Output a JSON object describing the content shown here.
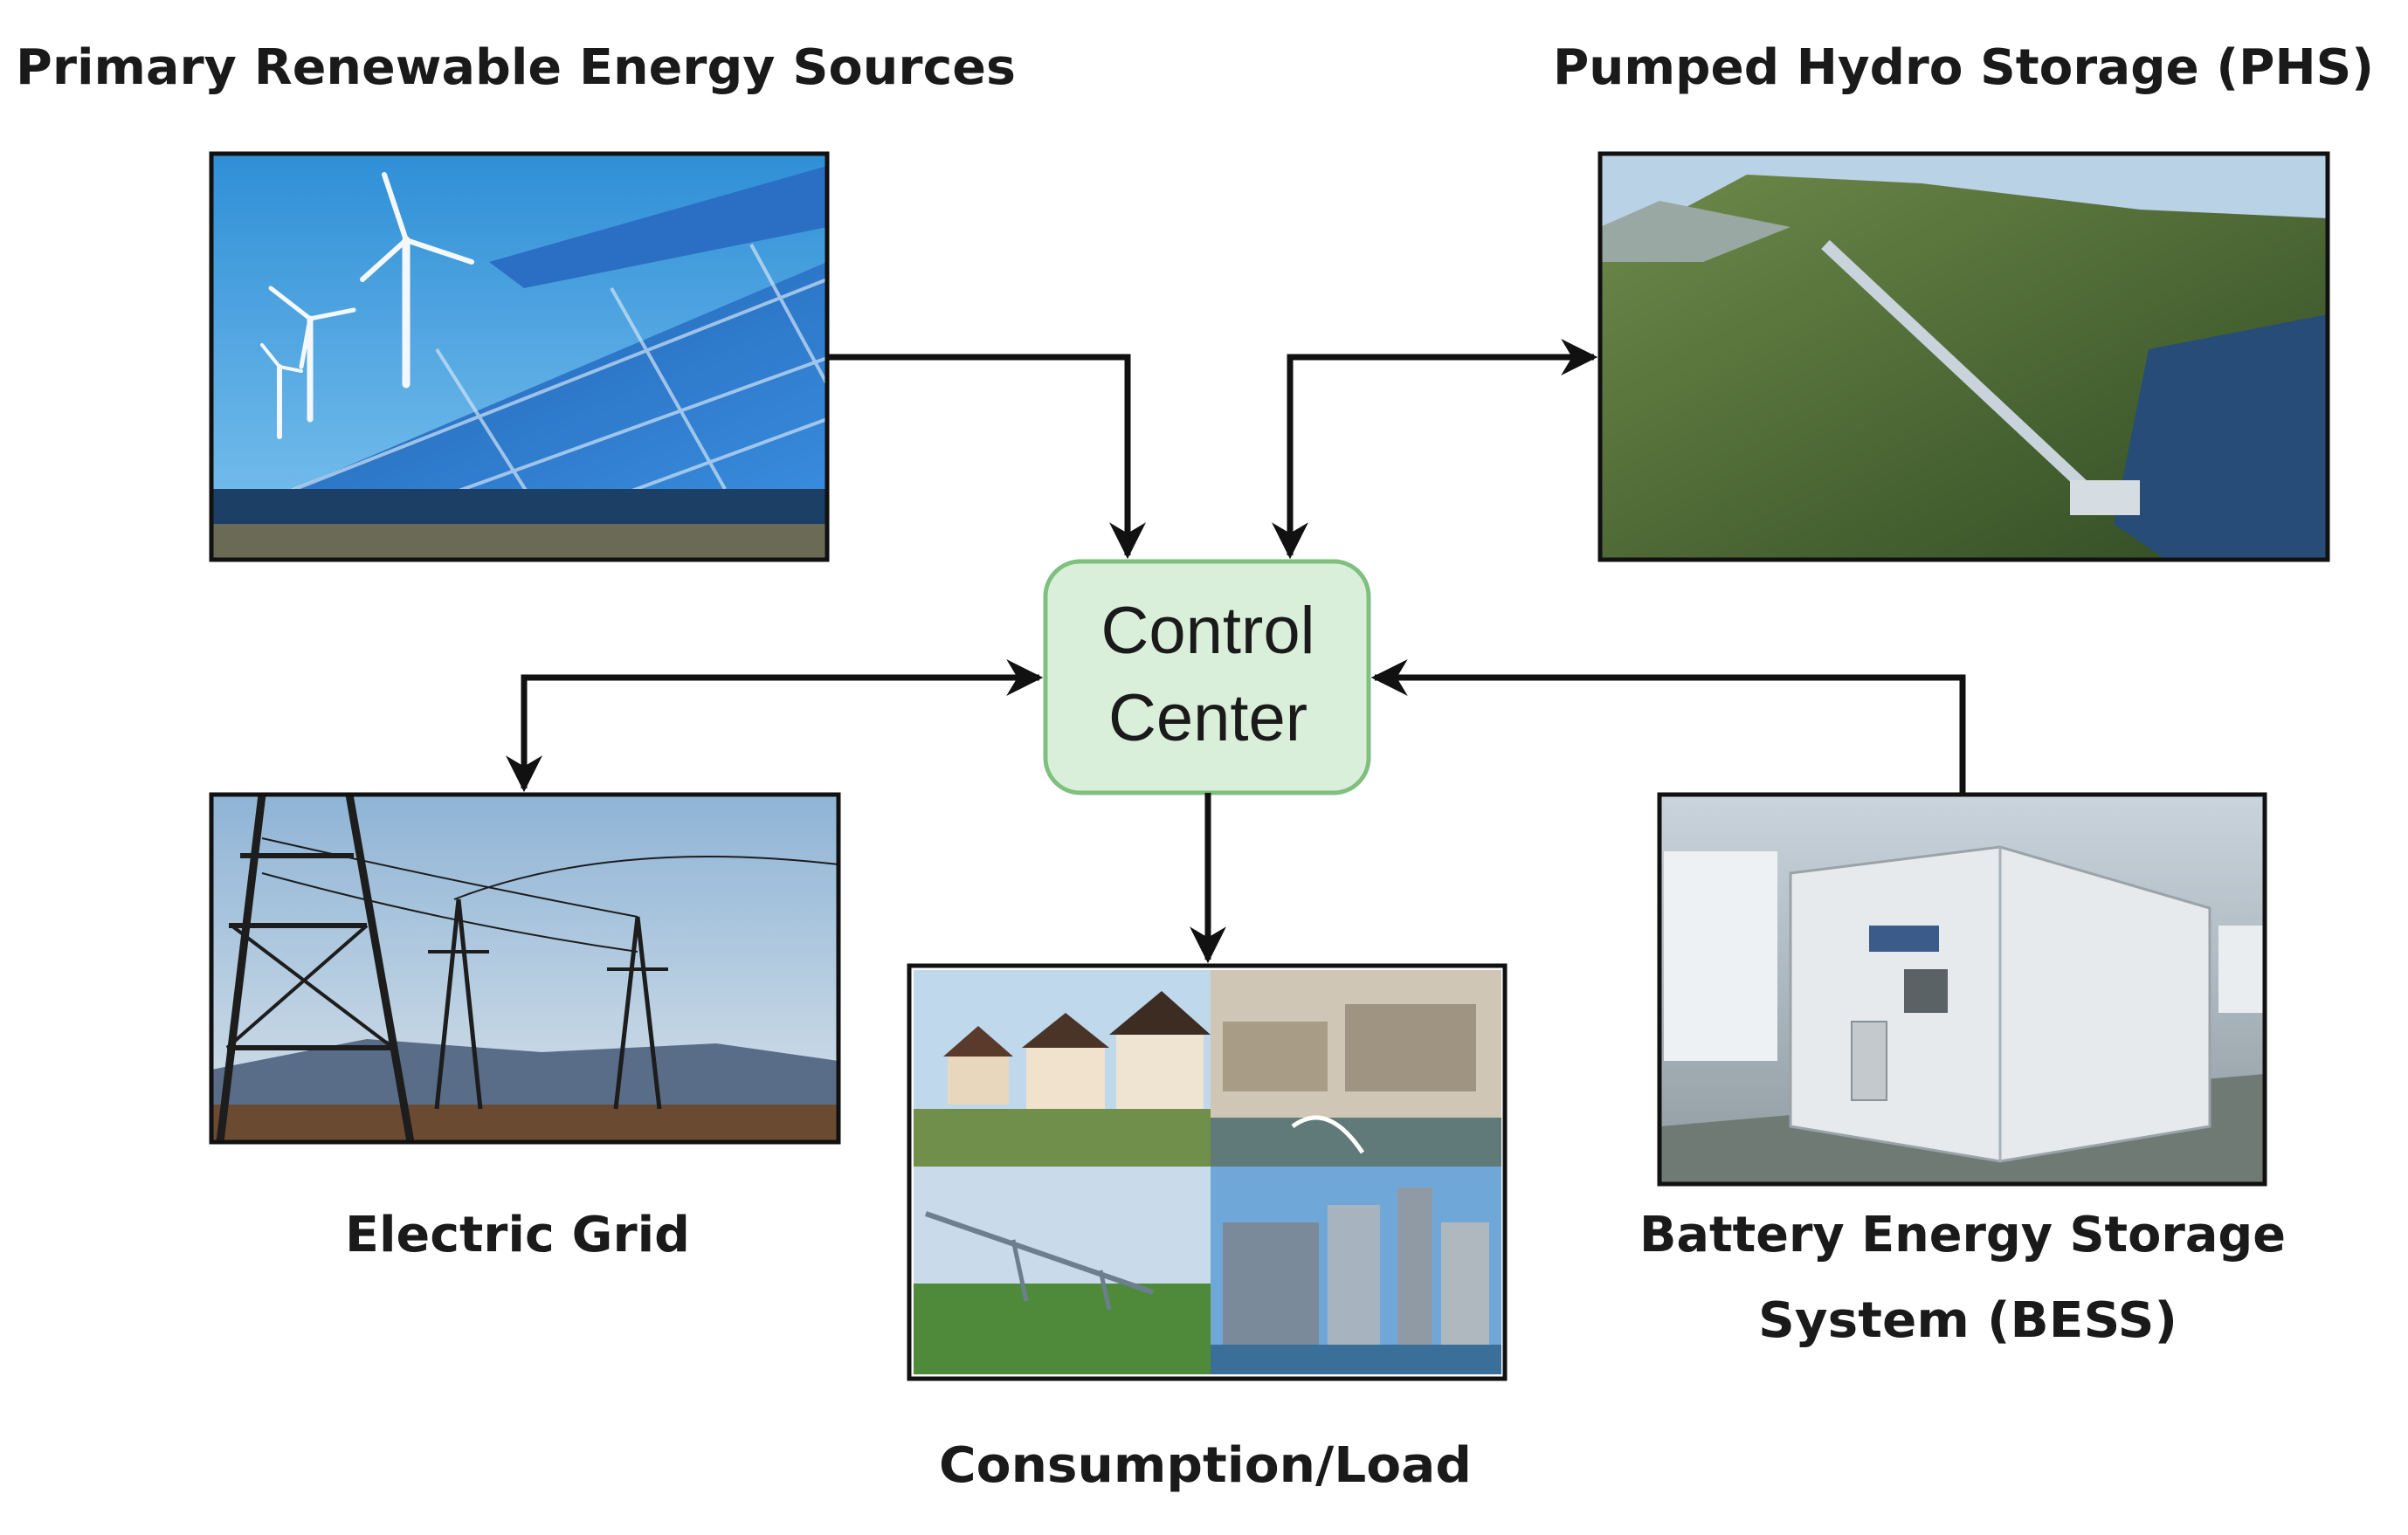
{
  "labels": {
    "renewables": "Primary Renewable Energy Sources",
    "phs": "Pumped Hydro Storage (PHS)",
    "grid": "Electric Grid",
    "bess_line1": "Battery Energy Storage",
    "bess_line2": "System (BESS)",
    "load": "Consumption/Load"
  },
  "control_center": {
    "line1": "Control",
    "line2": "Center",
    "fill": "#d9efd9",
    "stroke": "#7fbf7f"
  },
  "icons": {
    "renewables": "solar-wind-photo",
    "phs": "pumped-hydro-photo",
    "grid": "power-lines-photo",
    "bess": "battery-container-photo",
    "load": "consumption-collage-photo"
  }
}
